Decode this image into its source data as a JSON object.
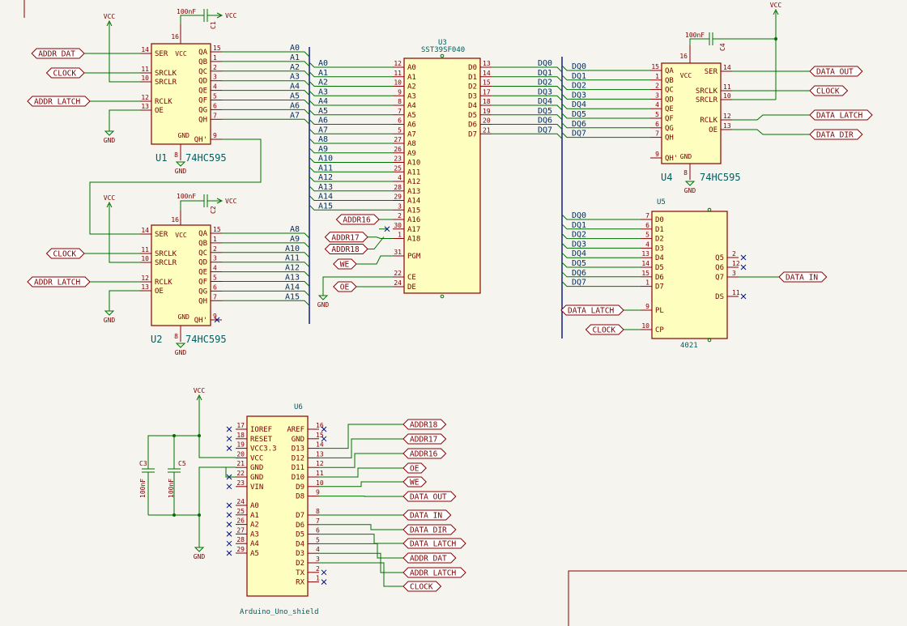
{
  "sheet": {
    "u1": {
      "ref": "U1",
      "value": "74HC595",
      "left": [
        "SER",
        "SRCLK",
        "SRCLR",
        "RCLK",
        "OE"
      ],
      "right": [
        "QA",
        "QB",
        "QC",
        "QD",
        "QE",
        "QF",
        "QG",
        "QH",
        "QH'"
      ],
      "vcc": "VCC",
      "gnd": "GND"
    },
    "u2": {
      "ref": "U2",
      "value": "74HC595"
    },
    "u4": {
      "ref": "U4",
      "value": "74HC595",
      "left": [
        "QA",
        "QB",
        "QC",
        "QD",
        "QE",
        "QF",
        "QG",
        "QH",
        "QH'"
      ],
      "right": [
        "SER",
        "SRCLK",
        "SRCLR",
        "RCLK",
        "OE"
      ]
    },
    "u3": {
      "ref": "U3",
      "value": "SST39SF040",
      "left": [
        "A0",
        "A1",
        "A2",
        "A3",
        "A4",
        "A5",
        "A6",
        "A7",
        "A8",
        "A9",
        "A10",
        "A11",
        "A12",
        "A13",
        "A14",
        "A15",
        "A16",
        "A17",
        "A18",
        "PGM",
        "CE",
        "DE"
      ],
      "right": [
        "D0",
        "D1",
        "D2",
        "D3",
        "D4",
        "D5",
        "D6",
        "D7"
      ]
    },
    "u5": {
      "ref": "U5",
      "value": "4021",
      "left": [
        "D0",
        "D1",
        "D2",
        "D3",
        "D4",
        "D5",
        "D6",
        "D7",
        "PL",
        "CP"
      ],
      "right": [
        "Q5",
        "Q6",
        "Q7",
        "DS"
      ]
    },
    "u6": {
      "ref": "U6",
      "value": "Arduino_Uno_shield",
      "left": [
        "IOREF",
        "RESET",
        "VCC3.3",
        "VCC",
        "GND",
        "GND",
        "VIN",
        "A0",
        "A1",
        "A2",
        "A3",
        "A4",
        "A5"
      ],
      "right": [
        "AREF",
        "GND",
        "D13",
        "D12",
        "D11",
        "D10",
        "D9",
        "D8",
        "D7",
        "D6",
        "D5",
        "D4",
        "D3",
        "D2",
        "TX",
        "RX"
      ]
    },
    "caps": {
      "c1": "C1",
      "c2": "C2",
      "c3": "C3",
      "c4": "C4",
      "c5": "C5",
      "value": "100nF"
    },
    "power": {
      "vcc": "VCC",
      "gnd": "GND"
    },
    "labels": {
      "addr_dat": "ADDR_DAT",
      "clock": "CLOCK",
      "addr_latch": "ADDR_LATCH",
      "addr16": "ADDR16",
      "addr17": "ADDR17",
      "addr18": "ADDR18",
      "we": "WE",
      "oe": "OE",
      "data_out": "DATA_OUT",
      "data_latch": "DATA_LATCH",
      "data_dir": "DATA_DIR",
      "data_in": "DATA_IN"
    },
    "nets": {
      "a": [
        "A0",
        "A1",
        "A2",
        "A3",
        "A4",
        "A5",
        "A6",
        "A7",
        "A8",
        "A9",
        "A10",
        "A11",
        "A12",
        "A13",
        "A14",
        "A15"
      ],
      "dq": [
        "DQ0",
        "DQ1",
        "DQ2",
        "DQ3",
        "DQ4",
        "DQ5",
        "DQ6",
        "DQ7"
      ]
    }
  }
}
